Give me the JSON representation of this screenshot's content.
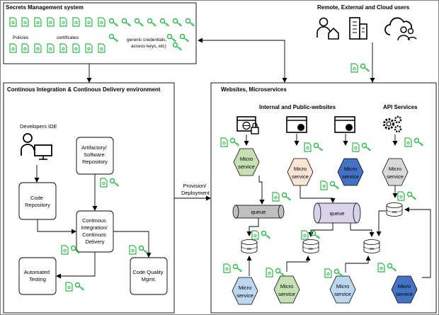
{
  "secrets": {
    "title": "Secrets Management system",
    "policies": "Policies",
    "certificates": "certificates",
    "generic_line1": "generic credentials,",
    "generic_line2": "access keys, etc)"
  },
  "users": {
    "title": "Remote, External and Cloud users"
  },
  "cicd": {
    "title": "Continous Integration & Continous Delivery environment",
    "developers_ide": "Developers IDE",
    "code_repo": [
      "Code",
      "Repository"
    ],
    "artifactory": [
      "Artifactory/",
      "Software",
      "Repository"
    ],
    "ci_cd": [
      "Continous",
      "Integration/",
      "Continuos",
      "Delivery"
    ],
    "automated_testing": [
      "Automated",
      "Testing"
    ],
    "code_quality": [
      "Code Quality",
      "Mgmt."
    ]
  },
  "provision": [
    "Provision/",
    "Deployment"
  ],
  "websites": {
    "title": "Websites, Microservices",
    "internal_public": "Internal and Public-websites",
    "api_services": "API Services",
    "micro": [
      "Micro",
      "service"
    ],
    "queue": "queue",
    "db": "DB"
  },
  "colors": {
    "key_green": "#2db84a",
    "micro_green": "#c6e0b4",
    "micro_peach": "#fce4d6",
    "micro_blue": "#4472c4",
    "micro_gray": "#d9d9d9",
    "micro_lightblue": "#bdd7ee",
    "queue_gray": "#bfbfbf",
    "queue_lilac": "#d9d2e9"
  }
}
